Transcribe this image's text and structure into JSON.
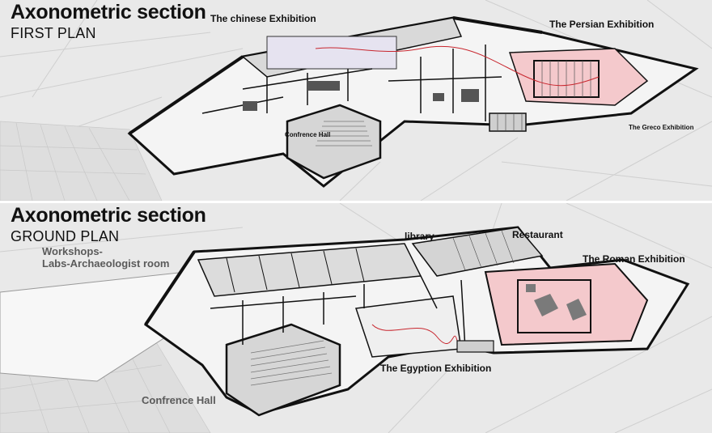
{
  "first_plan": {
    "title": "Axonometric section",
    "subtitle": "FIRST PLAN",
    "labels": {
      "chinese": "The chinese Exhibition",
      "persian": "The Persian Exhibition",
      "conference": "Confrence Hall",
      "greco": "The Greco Exhibition"
    }
  },
  "ground_plan": {
    "title": "Axonometric section",
    "subtitle": "GROUND PLAN",
    "labels": {
      "workshops_line1": "Workshops-",
      "workshops_line2": "Labs-Archaeologist room",
      "library": "library",
      "restaurant": "Restaurant",
      "roman": "The Roman Exhibition",
      "egyptian": "The Egyption Exhibition",
      "conference": "Confrence Hall"
    }
  },
  "colors": {
    "background": "#e9e9e9",
    "walls": "#111111",
    "exhibit_highlight": "#f4c9cc",
    "path_red": "#c8262e"
  }
}
